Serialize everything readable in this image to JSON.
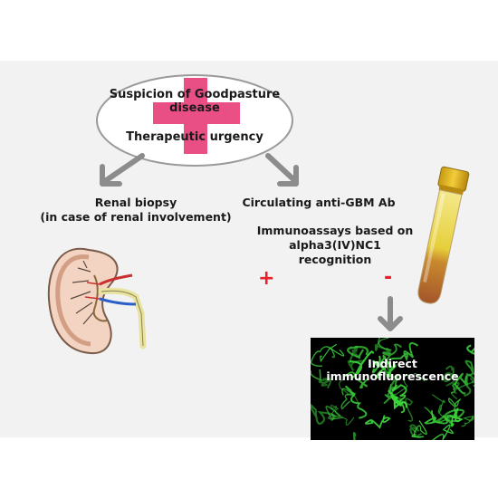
{
  "top_box": {
    "line1": "Suspicion of Goodpasture",
    "line2": "disease",
    "line3": "Therapeutic urgency"
  },
  "left_branch": {
    "line1": "Renal biopsy",
    "line2": "(in case of renal involvement)"
  },
  "right_branch": {
    "title": "Circulating anti-GBM Ab",
    "assay_line1": "Immunoassays based on",
    "assay_line2": "alpha3(IV)NC1",
    "assay_line3": "recognition"
  },
  "signs": {
    "positive": "+",
    "negative": "-"
  },
  "fluorescence": {
    "line1": "Indirect",
    "line2": "immunofluorescence"
  },
  "colors": {
    "panel": "#f2f2f2",
    "arrow": "#8c8c8c",
    "cross": "#e8417a",
    "sign": "#e8202a",
    "fluorescence": "#3bd43b"
  }
}
